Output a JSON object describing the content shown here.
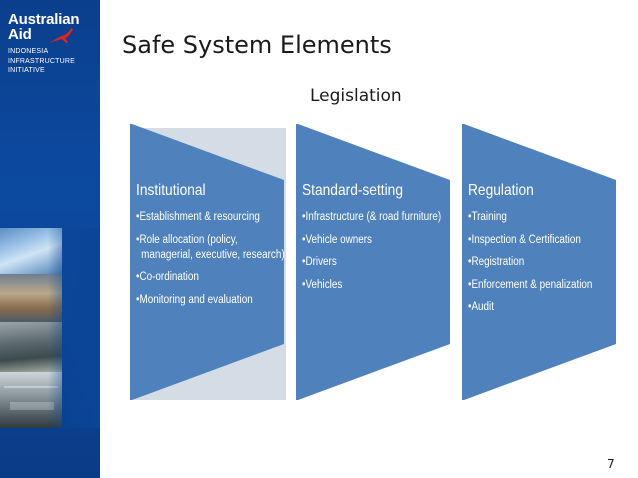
{
  "branding": {
    "title_lines": [
      "Australian",
      "Aid"
    ],
    "subtitle_lines": [
      "INDONESIA",
      "INFRASTRUCTURE",
      "INITIATIVE"
    ],
    "logo_icon": "kangaroo-icon",
    "color": "#0b4597"
  },
  "slide": {
    "title": "Safe System Elements",
    "subtitle": "Legislation",
    "page_number": "7"
  },
  "chevrons": [
    {
      "heading": "Institutional",
      "items": [
        "•Establishment & resourcing",
        "•Role allocation (policy,",
        "managerial, executive, research)",
        "•Co-ordination",
        "•Monitoring and evaluation"
      ]
    },
    {
      "heading": "Standard-setting",
      "items": [
        "•Infrastructure (& road furniture)",
        "•Vehicle owners",
        "•Drivers",
        "•Vehicles"
      ]
    },
    {
      "heading": "Regulation",
      "items": [
        "•Training",
        "•Inspection & Certification",
        "•Registration",
        "•Enforcement & penalization",
        "•Audit"
      ]
    }
  ],
  "colors": {
    "chevron_fill": "#4f81bd",
    "chevron_shadow": "#8aa0b8",
    "sidebar_blue": "#0b4597"
  }
}
